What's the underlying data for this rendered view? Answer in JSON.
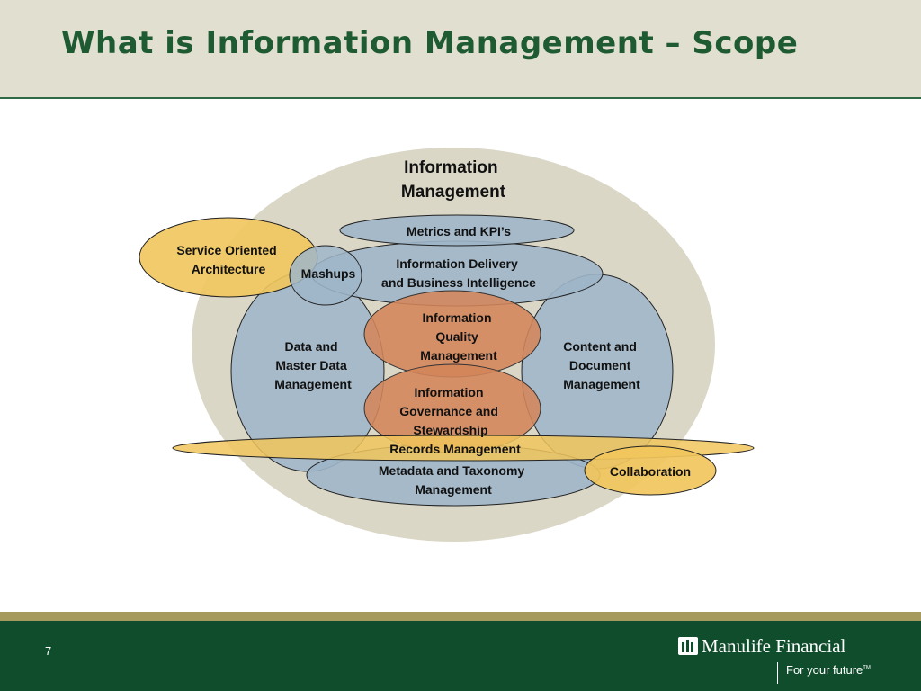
{
  "slide": {
    "title": "What is Information Management – Scope",
    "page_number": "7"
  },
  "diagram": {
    "outer": {
      "label_line1": "Information",
      "label_line2": "Management"
    },
    "metrics": {
      "label": "Metrics and KPI’s"
    },
    "delivery": {
      "label_line1": "Information Delivery",
      "label_line2": "and Business Intelligence"
    },
    "mashups": {
      "label": "Mashups"
    },
    "soa": {
      "label_line1": "Service Oriented",
      "label_line2": "Architecture"
    },
    "master_data": {
      "label_line1": "Data and",
      "label_line2": "Master Data",
      "label_line3": "Management"
    },
    "content": {
      "label_line1": "Content and",
      "label_line2": "Document",
      "label_line3": "Management"
    },
    "quality": {
      "label_line1": "Information",
      "label_line2": "Quality",
      "label_line3": "Management"
    },
    "governance": {
      "label_line1": "Information",
      "label_line2": "Governance and",
      "label_line3": "Stewardship"
    },
    "records": {
      "label": "Records Management"
    },
    "metadata": {
      "label_line1": "Metadata and Taxonomy",
      "label_line2": "Management"
    },
    "collaboration": {
      "label": "Collaboration"
    }
  },
  "footer": {
    "logo_name": "Manulife Financial",
    "tagline": "For your future",
    "tagline_mark": "TM"
  },
  "colors": {
    "title_green": "#1e5a32",
    "header_beige": "#e1dfd0",
    "outer_ellipse": "#dad7c6",
    "blue_fill": "#9fb6c9",
    "orange_fill": "#d4855a",
    "yellow_fill": "#f1c65c",
    "footer_green": "#0f4d2c",
    "footer_band": "#a79a5e"
  }
}
